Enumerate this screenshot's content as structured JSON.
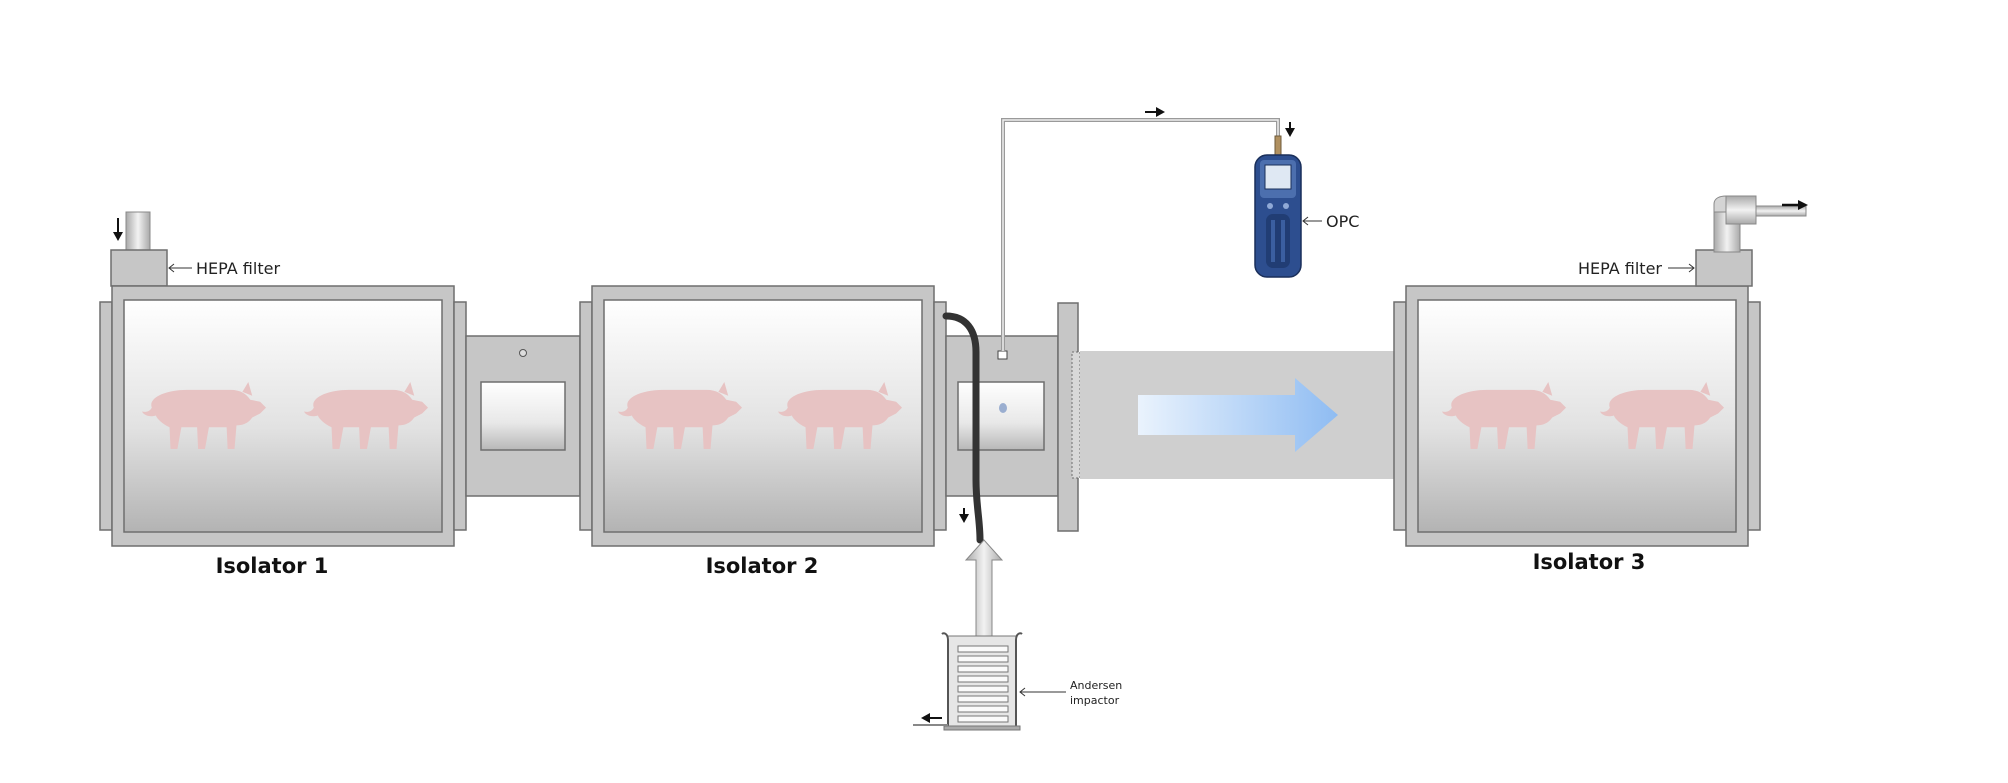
{
  "labels": {
    "isolator_1": "Isolator 1",
    "isolator_2": "Isolator 2",
    "isolator_3": "Isolator 3",
    "hepa_filter_left": "HEPA filter",
    "hepa_filter_right": "HEPA filter",
    "opc": "OPC",
    "andersen_line1": "Andersen",
    "andersen_line2": "impactor"
  },
  "colors": {
    "frame": "#c6c6c6",
    "frame_stroke": "#6e6e6e",
    "pig": "#e7c3c3",
    "airflow_arrow": "#a9cdf5",
    "opc_body": "#2d4e8f",
    "hose": "#333333",
    "duct": "#cfcfcf"
  },
  "icons": [
    "pig-icon",
    "airflow-arrow-icon",
    "opc-device-icon",
    "andersen-impactor-icon",
    "hepa-filter-icon",
    "flow-arrow-icon"
  ]
}
